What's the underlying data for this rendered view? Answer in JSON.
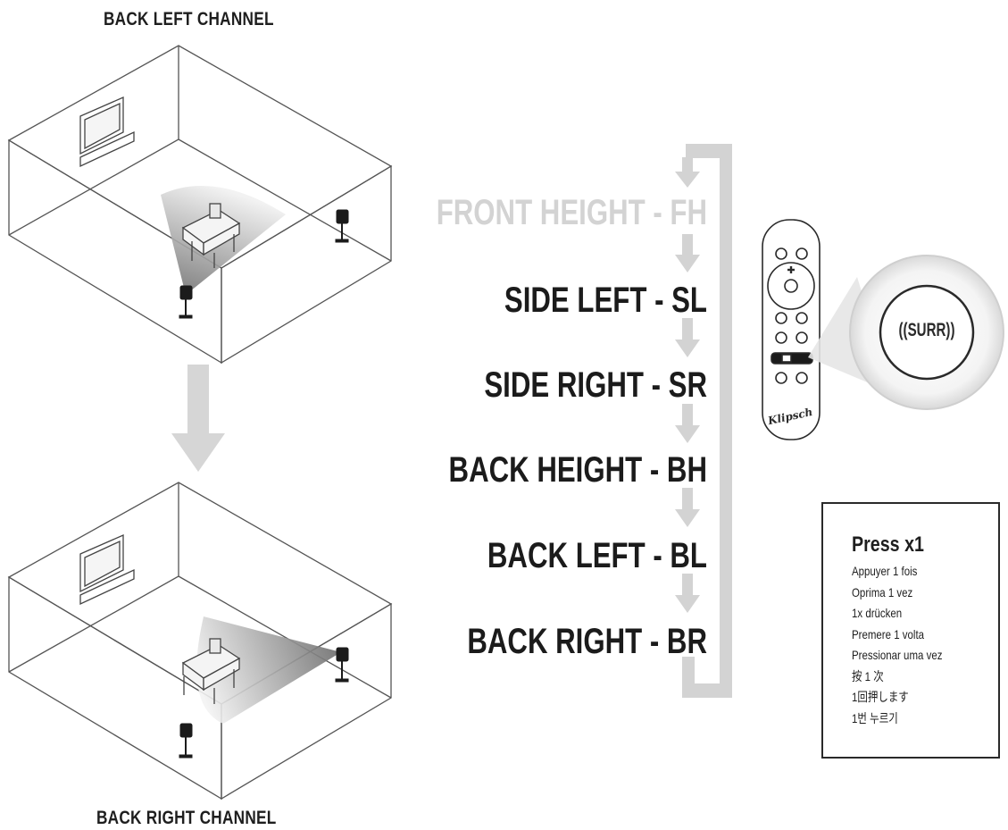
{
  "rooms": {
    "top_label": "BACK LEFT CHANNEL",
    "bottom_label": "BACK RIGHT CHANNEL"
  },
  "sequence": {
    "items": [
      {
        "label": "FRONT HEIGHT - FH",
        "state": "inactive"
      },
      {
        "label": "SIDE LEFT - SL",
        "state": "active"
      },
      {
        "label": "SIDE RIGHT - SR",
        "state": "active"
      },
      {
        "label": "BACK HEIGHT - BH",
        "state": "active"
      },
      {
        "label": "BACK LEFT - BL",
        "state": "active"
      },
      {
        "label": "BACK RIGHT - BR",
        "state": "active"
      }
    ],
    "arrow_color": "#d3d3d3"
  },
  "remote": {
    "button_label": "((SURR))",
    "logo": "Klipsch"
  },
  "press_box": {
    "title": "Press x1",
    "lines": [
      "Appuyer 1 fois",
      "Oprima 1 vez",
      "1x drücken",
      "Premere 1 volta",
      "Pressionar uma vez",
      "按 1 次",
      "1回押します",
      "1번 누르기"
    ]
  }
}
